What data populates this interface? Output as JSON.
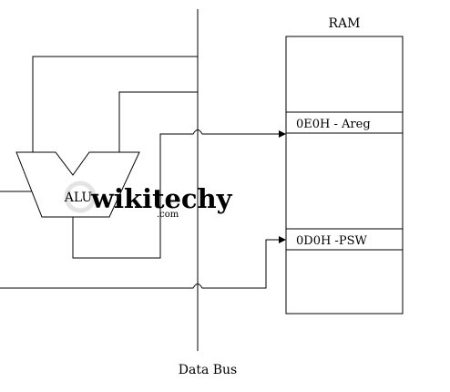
{
  "diagram": {
    "ram_label": "RAM",
    "alu_label": "ALU",
    "areg_cell": "0E0H - Areg",
    "psw_cell": "0D0H  -PSW",
    "bus_label": "Data Bus",
    "watermark": {
      "main": "wikitechy",
      "sub": ".com",
      "color": "#d9d9d9"
    }
  }
}
